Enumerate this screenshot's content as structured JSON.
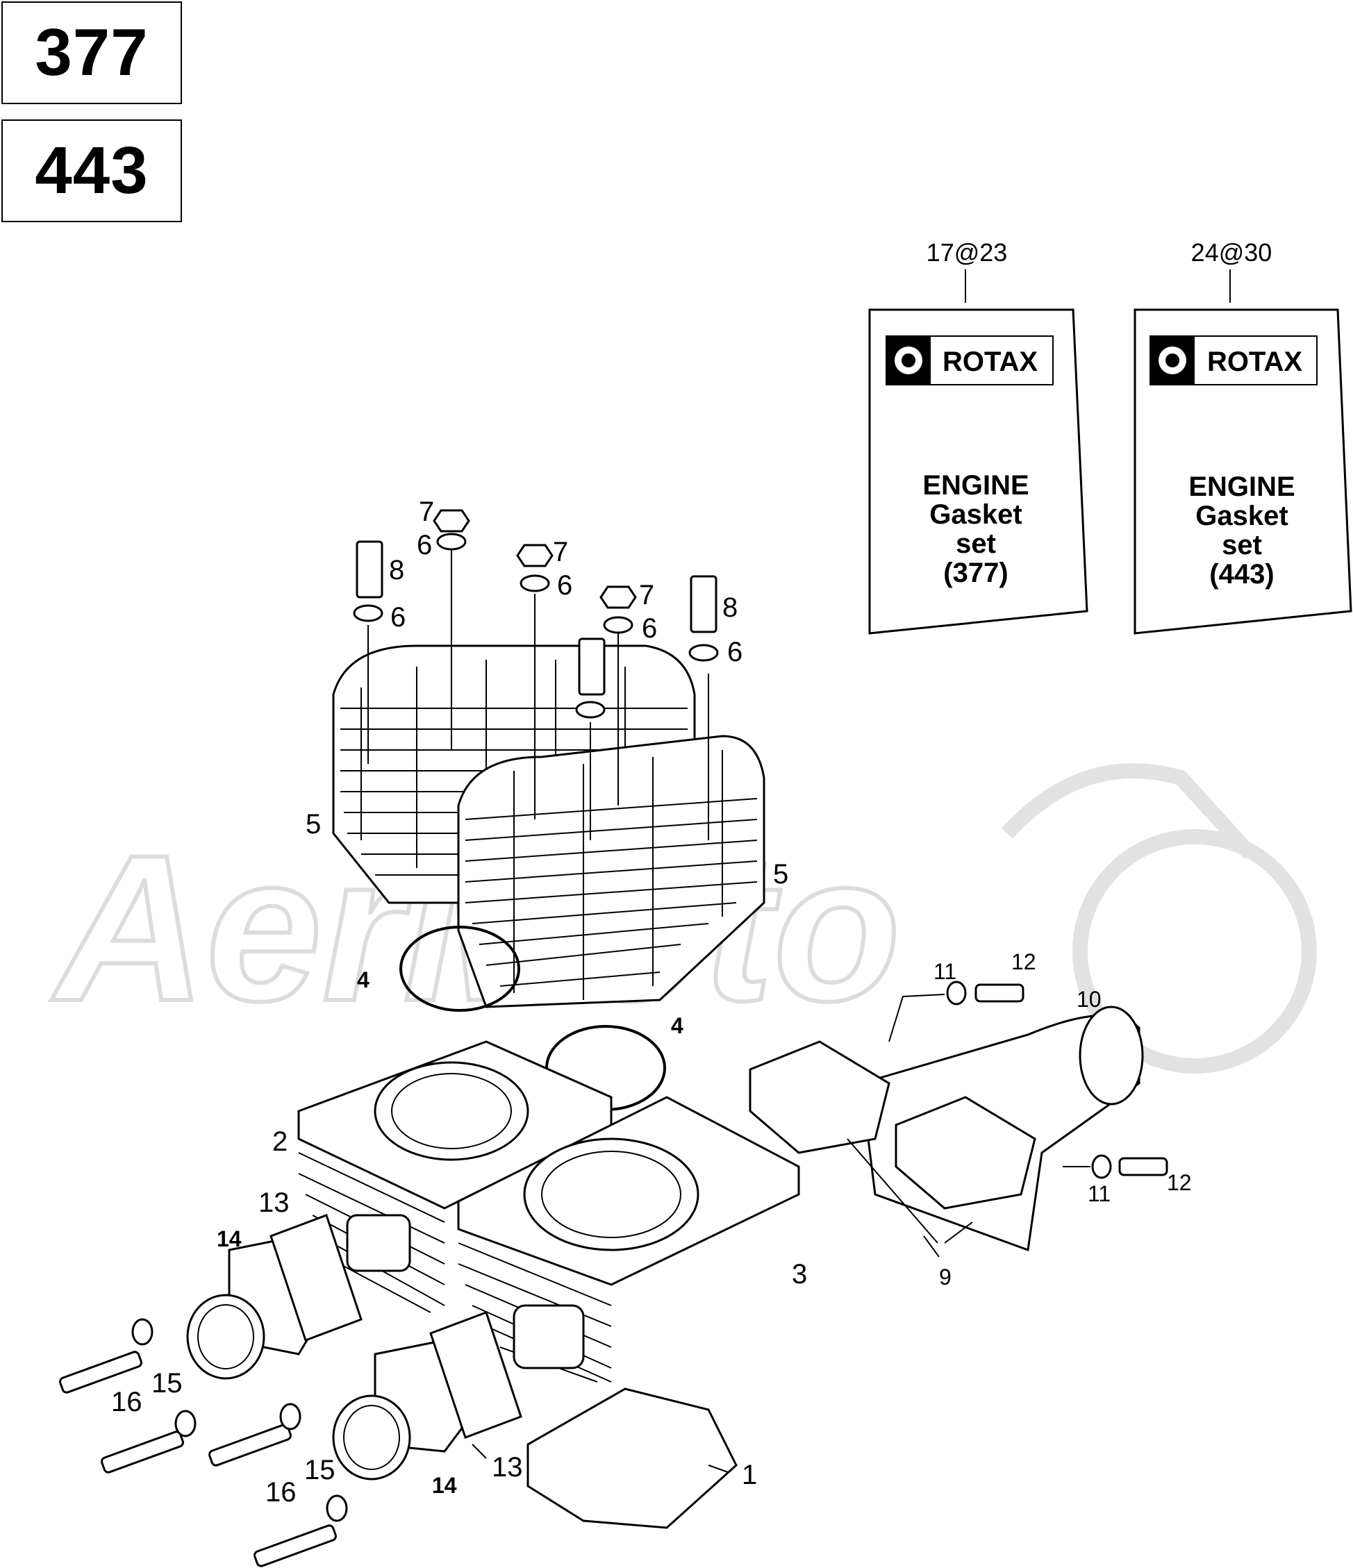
{
  "models": [
    "377",
    "443"
  ],
  "watermark": "AerMoto",
  "kits": [
    {
      "torque": "17@23",
      "brand": "ROTAX",
      "lines": [
        "ENGINE",
        "Gasket",
        "set",
        "(377)"
      ]
    },
    {
      "torque": "24@30",
      "brand": "ROTAX",
      "lines": [
        "ENGINE",
        "Gasket",
        "set",
        "(443)"
      ]
    }
  ],
  "callouts": {
    "c1": "1",
    "c2": "2",
    "c3": "3",
    "c4a": "4",
    "c4b": "4",
    "c5a": "5",
    "c5b": "5",
    "c6a": "6",
    "c6b": "6",
    "c6c": "6",
    "c6d": "6",
    "c6e": "6",
    "c7a": "7",
    "c7b": "7",
    "c7c": "7",
    "c8a": "8",
    "c8b": "8",
    "c9": "9",
    "c10": "10",
    "c11a": "11",
    "c11b": "11",
    "c12a": "12",
    "c12b": "12",
    "c13a": "13",
    "c13b": "13",
    "c14a": "14",
    "c14b": "14",
    "c15a": "15",
    "c15b": "15",
    "c16a": "16",
    "c16b": "16"
  }
}
